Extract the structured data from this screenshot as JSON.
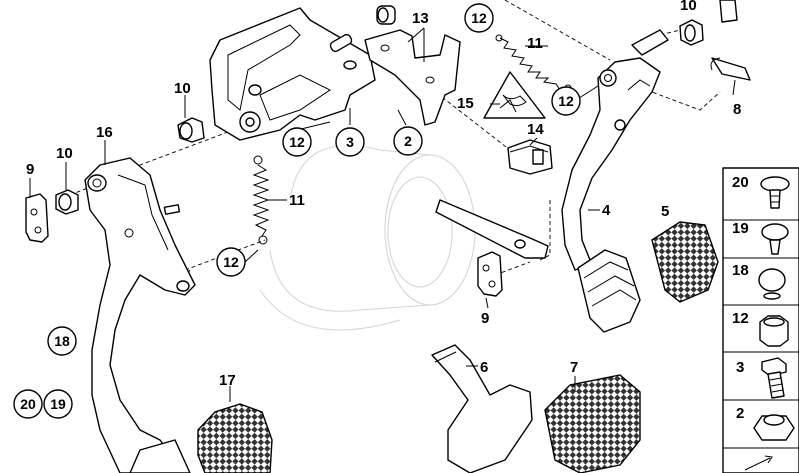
{
  "callouts": {
    "c1": "13",
    "c2": "12",
    "c3": "11",
    "c4": "10",
    "c5": "10",
    "c6": "12",
    "c7": "8",
    "c8": "16",
    "c9": "12",
    "c10": "3",
    "c11": "2",
    "c12": "15",
    "c13": "14",
    "c14": "9",
    "c15": "10",
    "c16": "11",
    "c17": "4",
    "c18": "5",
    "c19": "12",
    "c20": "9",
    "c21": "18",
    "c22": "6",
    "c23": "7",
    "c24": "17",
    "c25": "20",
    "c26": "19"
  },
  "legend": {
    "l1": "20",
    "l2": "19",
    "l3": "18",
    "l4": "12",
    "l5": "3",
    "l6": "2"
  },
  "icons": [
    "hazard-triangle-icon",
    "arrow-icon"
  ]
}
